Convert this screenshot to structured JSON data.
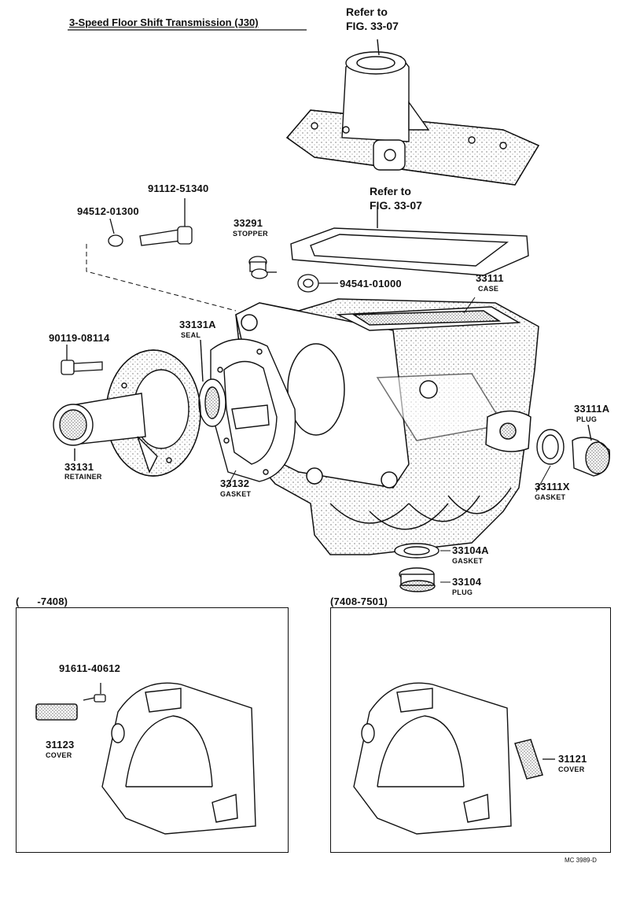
{
  "title": "3-Speed Floor Shift Transmission (J30)",
  "refer_top": {
    "line1": "Refer to",
    "line2": "FIG. 33-07"
  },
  "refer_mid": {
    "line1": "Refer to",
    "line2": "FIG. 33-07"
  },
  "parts": {
    "p91112": {
      "num": "91112-51340"
    },
    "p94512": {
      "num": "94512-01300"
    },
    "p33291": {
      "num": "33291",
      "name": "STOPPER"
    },
    "p94541": {
      "num": "94541-01000"
    },
    "p33111": {
      "num": "33111",
      "name": "CASE"
    },
    "p33131A": {
      "num": "33131A",
      "name": "SEAL"
    },
    "p90119": {
      "num": "90119-08114"
    },
    "p33131": {
      "num": "33131",
      "name": "RETAINER"
    },
    "p33132": {
      "num": "33132",
      "name": "GASKET"
    },
    "p33111A": {
      "num": "33111A",
      "name": "PLUG"
    },
    "p33111X": {
      "num": "33111X",
      "name": "GASKET"
    },
    "p33104A": {
      "num": "33104A",
      "name": "GASKET"
    },
    "p33104": {
      "num": "33104",
      "name": "PLUG"
    },
    "p91611": {
      "num": "91611-40612"
    },
    "p31123": {
      "num": "31123",
      "name": "COVER"
    },
    "p31121": {
      "num": "31121",
      "name": "COVER"
    }
  },
  "panel_left": {
    "label": "(      -7408)"
  },
  "panel_right": {
    "label": "(7408-7501)"
  },
  "footer_code": "MC 3989-D"
}
